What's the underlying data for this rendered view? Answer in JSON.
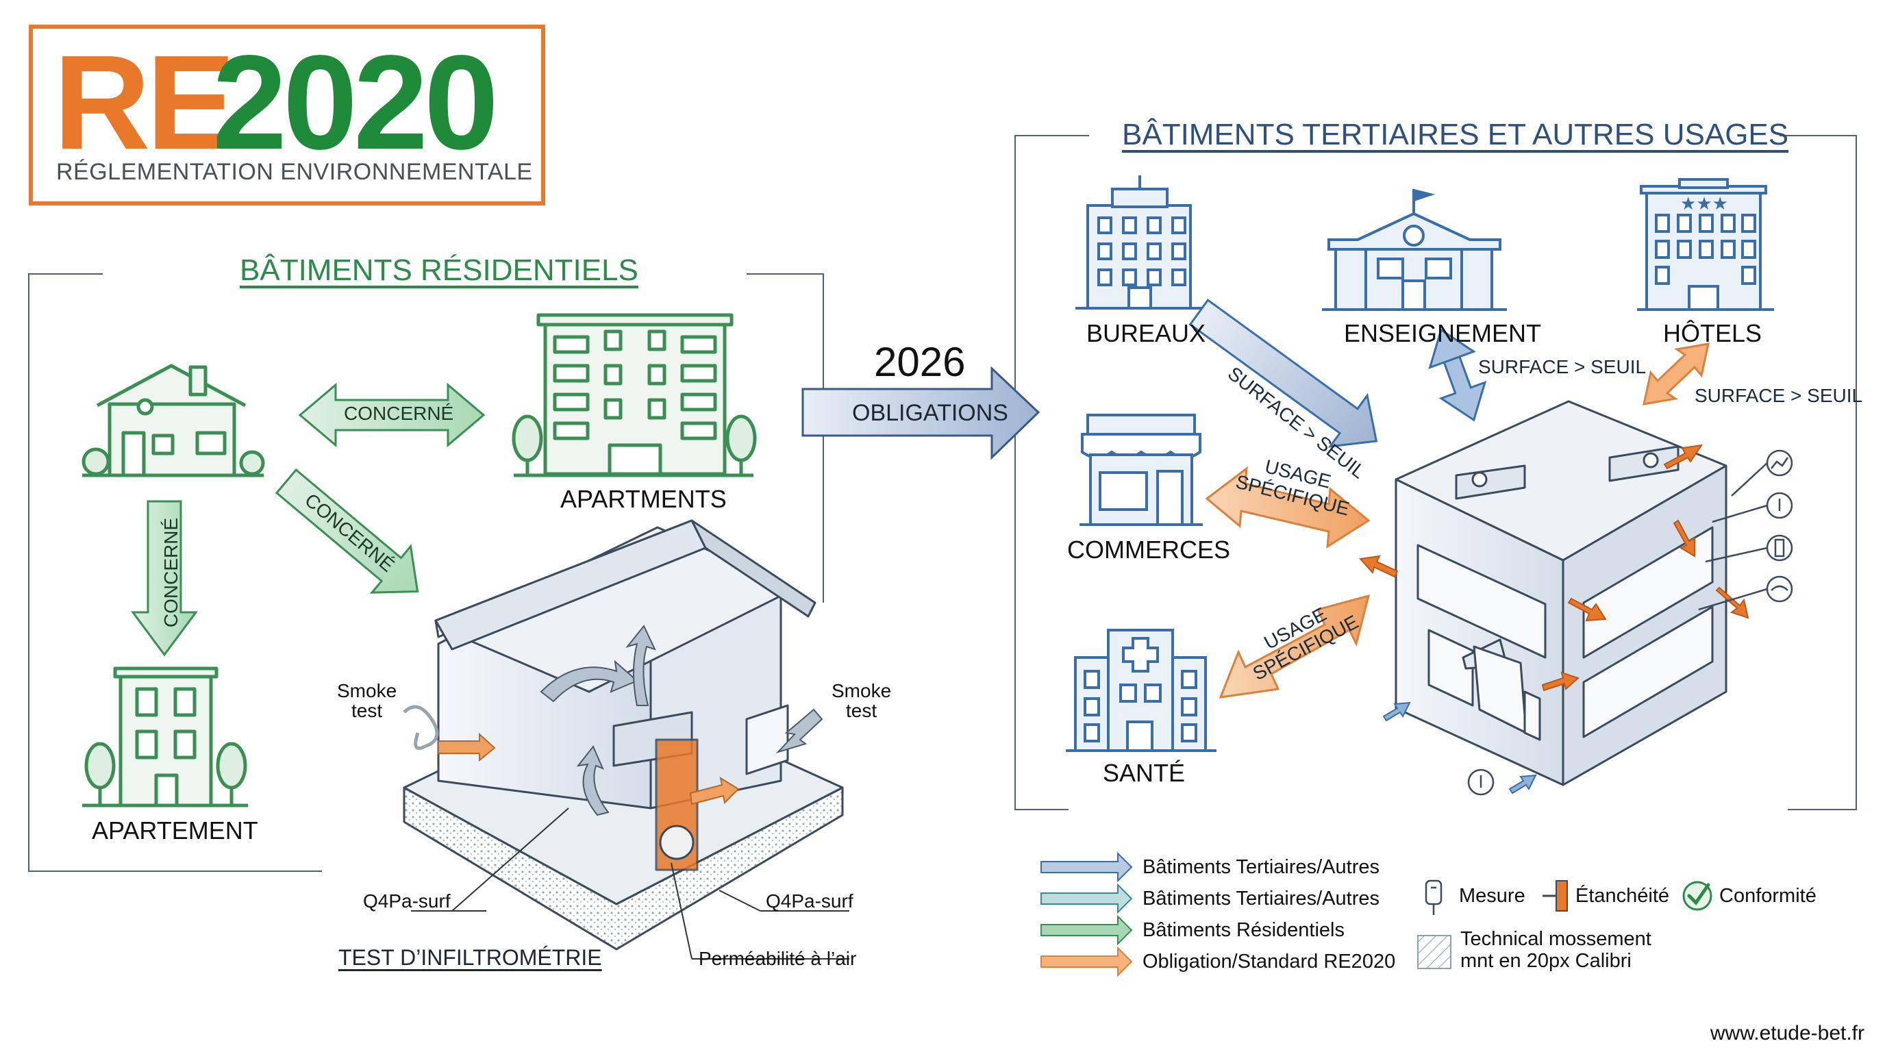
{
  "logo": {
    "re": "RE",
    "year": "2020",
    "subtitle": "RÉGLEMENTATION ENVIRONNEMENTALE"
  },
  "residential": {
    "title": "BÂTIMENTS RÉSIDENTIELS",
    "arrow_concerne": "CONCERNÉ",
    "building_apartments": "APARTMENTS",
    "building_apartement": "APARTEMENT",
    "test_title": "TEST D’INFILTROMÉTRIE",
    "smoke_test_left": [
      "Smoke",
      "test"
    ],
    "smoke_test_right": [
      "Smoke",
      "test"
    ],
    "q4pa_left": "Q4Pa-surf",
    "q4pa_right": "Q4Pa-surf",
    "permeabilite": "Perméabilité à l’air"
  },
  "transition": {
    "year": "2026",
    "label": "OBLIGATIONS"
  },
  "tertiary": {
    "title": "BÂTIMENTS TERTIAIRES ET AUTRES USAGES",
    "bureaux": "BUREAUX",
    "enseignement": "ENSEIGNEMENT",
    "hotels": "HÔTELS",
    "commerces": "COMMERCES",
    "sante": "SANTÉ",
    "surface_seuil": "SURFACE > SEUIL",
    "usage_specifique": [
      "USAGE",
      "SPÉCIFIQUE"
    ]
  },
  "legend": {
    "items": [
      {
        "label": "Bâtiments Tertiaires/Autres",
        "color": "#9db8d6"
      },
      {
        "label": "Bâtiments Tertiaires/Autres",
        "color": "#a9d2d6"
      },
      {
        "label": "Bâtiments Résidentiels",
        "color": "#8cc99a"
      },
      {
        "label": "Obligation/Standard RE2020",
        "color": "#f0a060"
      }
    ],
    "mesure": "Mesure",
    "etancheite": "Étanchéité",
    "conformite": "Conformité",
    "technical": [
      "Technical mossement",
      "mnt en 20px Calibri"
    ]
  },
  "footer": {
    "url": "www.etude-bet.fr"
  },
  "colors": {
    "orange": "#e8792a",
    "green": "#1f8a3a",
    "blue": "#2f4f7d",
    "outline_blue": "#3a6ea8",
    "outline_green": "#3b8f55"
  }
}
